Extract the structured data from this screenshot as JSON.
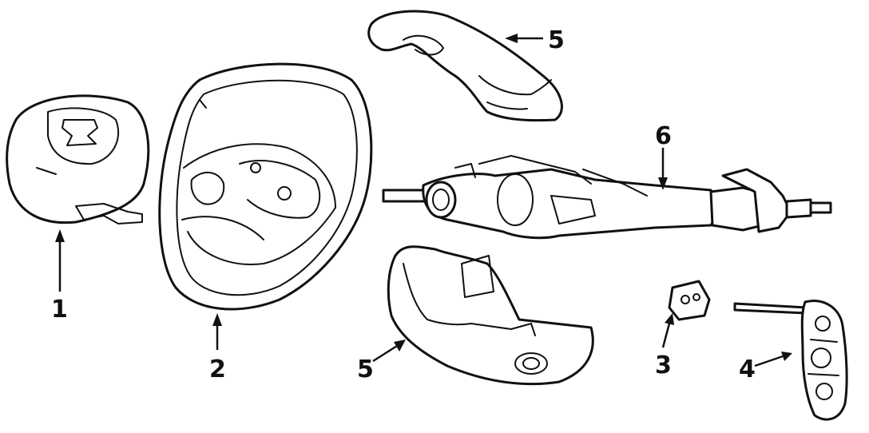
{
  "callouts": [
    {
      "id": "1",
      "label": "1"
    },
    {
      "id": "2",
      "label": "2"
    },
    {
      "id": "3",
      "label": "3"
    },
    {
      "id": "4",
      "label": "4"
    },
    {
      "id": "5a",
      "label": "5"
    },
    {
      "id": "5b",
      "label": "5"
    },
    {
      "id": "6",
      "label": "6"
    }
  ],
  "colors": {
    "ink": "#111111",
    "paper": "#ffffff"
  }
}
